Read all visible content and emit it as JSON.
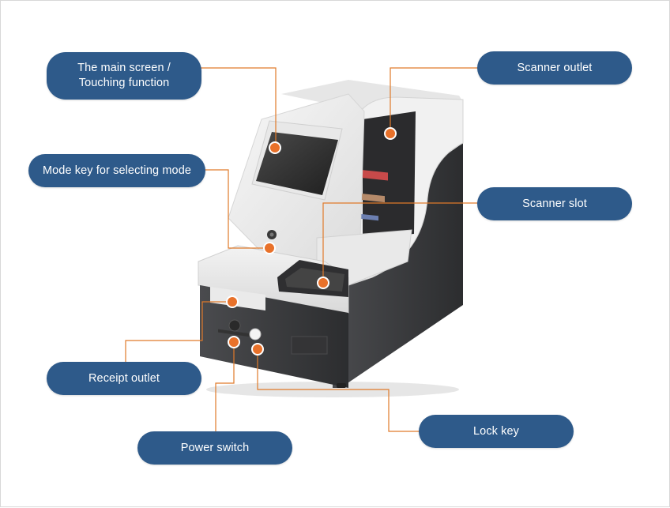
{
  "labels": {
    "main_screen_line1": "The main screen /",
    "main_screen_line2": "Touching function",
    "mode_key": "Mode key for selecting mode",
    "receipt_outlet": "Receipt outlet",
    "power_switch": "Power switch",
    "scanner_outlet": "Scanner outlet",
    "scanner_slot": "Scanner slot",
    "lock_key": "Lock key"
  },
  "colors": {
    "label_background": "#2e5a8a",
    "leader_line": "#e07a2a",
    "marker": "#e8712a",
    "machine_dark": "#3a3b3d",
    "machine_light": "#ececec"
  }
}
